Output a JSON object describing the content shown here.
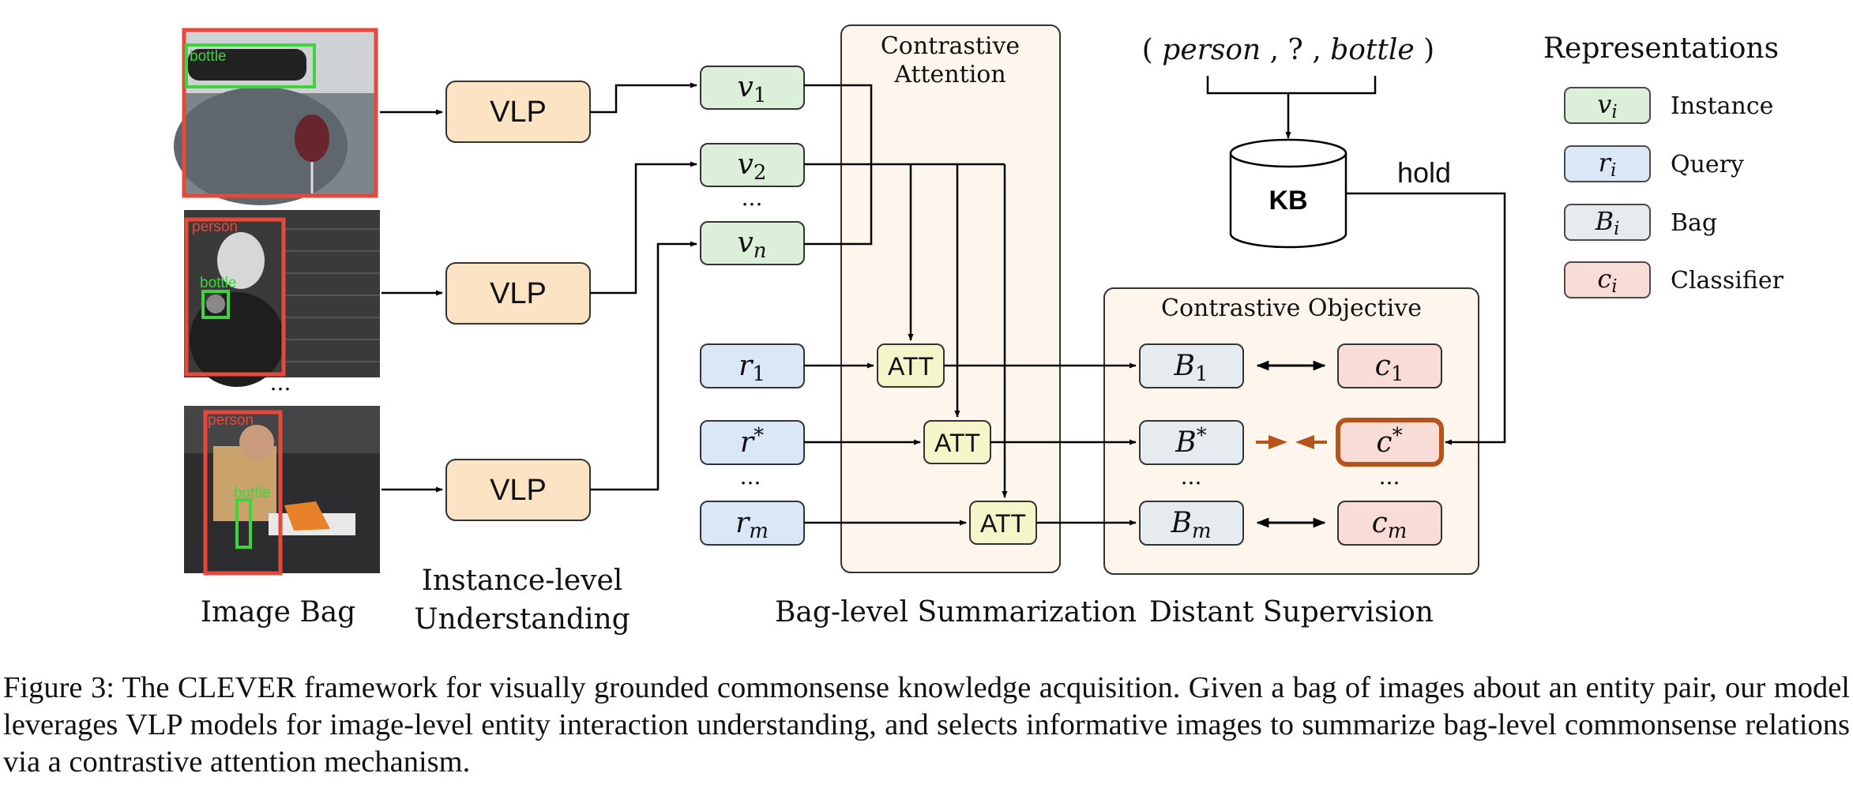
{
  "image_bag": {
    "label": "Image Bag",
    "ellipsis": "...",
    "images": [
      {
        "boxes": [
          {
            "label": "bottle",
            "color": "#3cd63c"
          }
        ]
      },
      {
        "boxes": [
          {
            "label": "person",
            "color": "#e8483a"
          },
          {
            "label": "bottle",
            "color": "#3cd63c"
          }
        ]
      },
      {
        "boxes": [
          {
            "label": "person",
            "color": "#e8483a"
          },
          {
            "label": "bottle",
            "color": "#3cd63c"
          }
        ]
      }
    ]
  },
  "vlp": {
    "box_label": "VLP",
    "section_label_line1": "Instance-level",
    "section_label_line2": "Understanding"
  },
  "instances": {
    "v1": {
      "base": "v",
      "sub": "1"
    },
    "v2": {
      "base": "v",
      "sub": "2"
    },
    "vn": {
      "base": "v",
      "sub": "n"
    },
    "ellipsis": "..."
  },
  "queries": {
    "r1": {
      "base": "r",
      "sub": "1"
    },
    "rstar": {
      "base": "r",
      "sup": "*"
    },
    "rm": {
      "base": "r",
      "sub": "m"
    },
    "ellipsis": "..."
  },
  "contrastive_attention": {
    "title_line1": "Contrastive",
    "title_line2": "Attention",
    "att_label": "ATT",
    "section_label": "Bag-level Summarization"
  },
  "knowledge": {
    "triple": {
      "open": "(",
      "head": "person",
      "sep1": ",",
      "relation": "?",
      "sep2": ",",
      "tail": "bottle",
      "close": ")"
    },
    "kb_label": "KB",
    "hold_label": "hold"
  },
  "contrastive_objective": {
    "title": "Contrastive Objective",
    "section_label": "Distant Supervision",
    "bags": {
      "b1": {
        "base": "B",
        "sub": "1"
      },
      "bstar": {
        "base": "B",
        "sup": "*"
      },
      "bm": {
        "base": "B",
        "sub": "m"
      }
    },
    "classifiers": {
      "c1": {
        "base": "c",
        "sub": "1"
      },
      "cstar": {
        "base": "c",
        "sup": "*"
      },
      "cm": {
        "base": "c",
        "sub": "m"
      }
    },
    "ellipsis": "..."
  },
  "legend": {
    "title": "Representations",
    "items": [
      {
        "symbol": {
          "base": "v",
          "sub": "i"
        },
        "label": "Instance",
        "fill": "#dcefd9",
        "stroke": "#4a4a4a"
      },
      {
        "symbol": {
          "base": "r",
          "sub": "i"
        },
        "label": "Query",
        "fill": "#dae7f7",
        "stroke": "#4a4a4a"
      },
      {
        "symbol": {
          "base": "B",
          "sub": "i"
        },
        "label": "Bag",
        "fill": "#e6ebf0",
        "stroke": "#4a4a4a"
      },
      {
        "symbol": {
          "base": "c",
          "sub": "i"
        },
        "label": "Classifier",
        "fill": "#f9dcd6",
        "stroke": "#4a4a4a"
      }
    ]
  },
  "colors": {
    "instance_fill": "#dcefd9",
    "query_fill": "#dae7f7",
    "bag_fill": "#e6ebf0",
    "classifier_fill": "#f9dcd6",
    "vlp_fill": "#fbe3c3",
    "att_fill": "#f4f5c9",
    "panel_fill": "#fef6ec",
    "highlight": "#b5531a"
  },
  "caption": "Figure 3: The CLEVER framework for visually grounded commonsense knowledge acquisition. Given a bag of images about an entity pair, our model leverages VLP models for image-level entity interaction understanding, and selects informative images to summarize bag-level commonsense relations via a contrastive attention mechanism."
}
